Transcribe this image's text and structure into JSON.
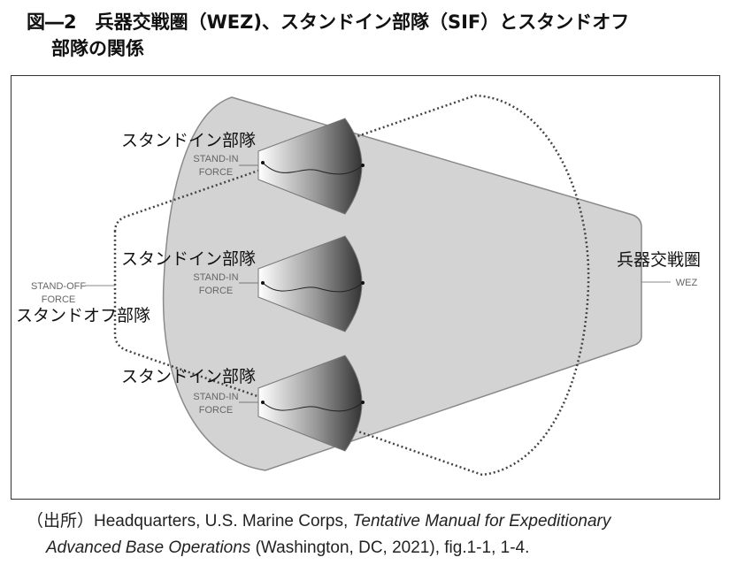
{
  "title": {
    "line1": "図―2　兵器交戦圏（WEZ)、スタンドイン部隊（SIF）とスタンドオフ",
    "line2": "部隊の関係"
  },
  "diagram": {
    "sif_label_ja": "スタンドイン部隊",
    "sif_label_en_1": "STAND-IN",
    "sif_label_en_2": "FORCE",
    "sof_label_ja": "スタンドオフ部隊",
    "sof_label_en_1": "STAND-OFF",
    "sof_label_en_2": "FORCE",
    "wez_label_ja": "兵器交戦圏",
    "wez_label_en": "WEZ"
  },
  "source": {
    "prefix": "（出所）Headquarters, U.S. Marine Corps, ",
    "italic1": "Tentative Manual for Expeditionary",
    "italic2": "Advanced Base Operations",
    "suffix": " (Washington, DC, 2021), fig.1-1, 1-4."
  }
}
